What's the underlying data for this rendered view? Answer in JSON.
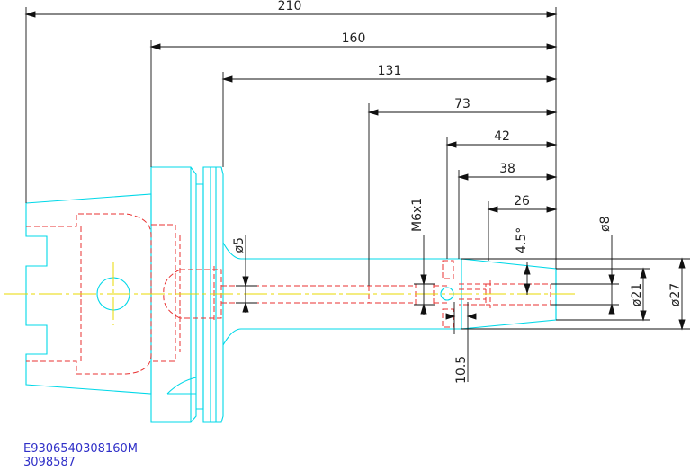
{
  "drawing": {
    "part_number": "E9306540308160M",
    "sub_number": "3098587",
    "dimensions": {
      "d210": "210",
      "d160": "160",
      "d131": "131",
      "d73": "73",
      "d42": "42",
      "d38": "38",
      "d26": "26",
      "d10_5": "10.5",
      "dia5": "ø5",
      "m6x1": "M6x1",
      "angle": "4.5°",
      "dia8": "ø8",
      "dia21": "ø21",
      "dia27": "ø27"
    },
    "colors": {
      "outline": "#00d8e8",
      "hidden": "#e83030",
      "center": "#e8d800",
      "dimension": "#111111",
      "text_blue": "#3030c8"
    }
  }
}
